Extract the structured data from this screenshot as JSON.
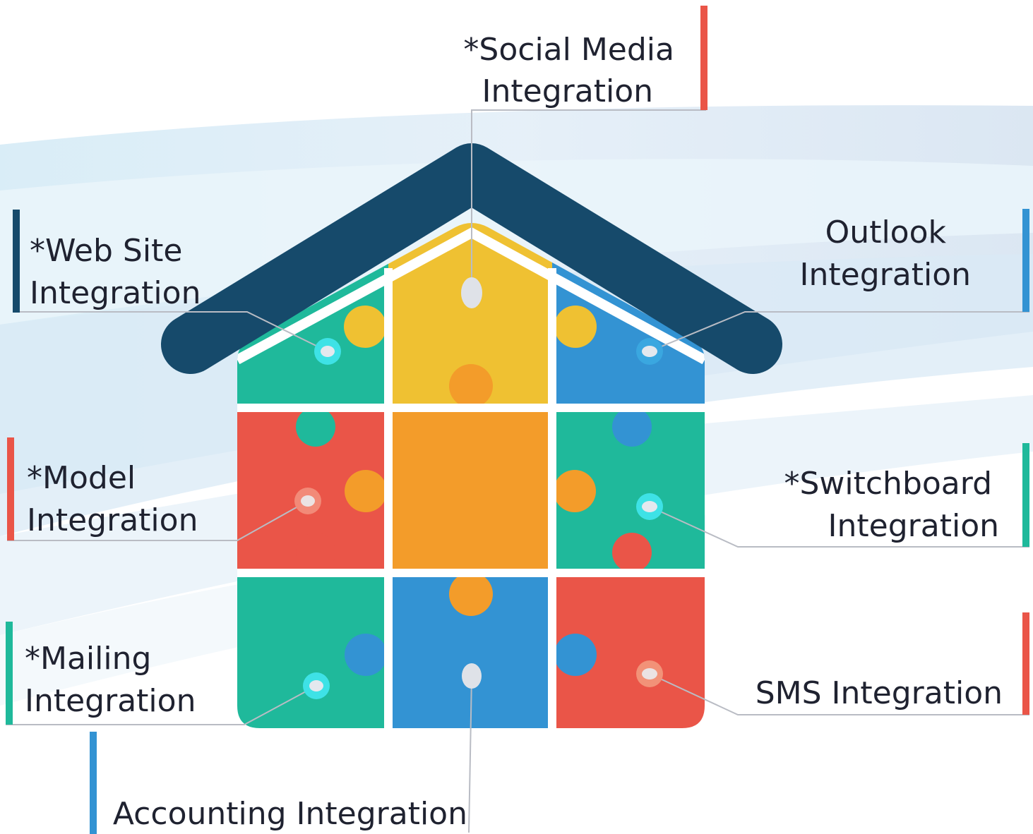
{
  "labels": {
    "social_media": {
      "line1": "*Social Media",
      "line2": "Integration",
      "color": "#ea5548"
    },
    "web_site": {
      "line1": "*Web Site",
      "line2": "Integration",
      "color": "#164a6b"
    },
    "outlook": {
      "line1": "Outlook",
      "line2": "Integration",
      "color": "#3393d3"
    },
    "model": {
      "line1": "*Model",
      "line2": "Integration",
      "color": "#ea5548"
    },
    "switchboard": {
      "line1": "*Switchboard",
      "line2": "Integration",
      "color": "#1fb99b"
    },
    "mailing": {
      "line1": "*Mailing",
      "line2": "Integration",
      "color": "#1fb99b"
    },
    "sms": {
      "line1": "SMS Integration",
      "color": "#ea5548"
    },
    "accounting": {
      "line1": "Accounting Integration",
      "color": "#3393d3"
    }
  },
  "colors": {
    "roof": "#164a6b",
    "teal": "#1fb99b",
    "yellow": "#efc132",
    "blue": "#3393d3",
    "red": "#ea5548",
    "orange": "#f39c2a",
    "connector": "#b9bcc4"
  }
}
